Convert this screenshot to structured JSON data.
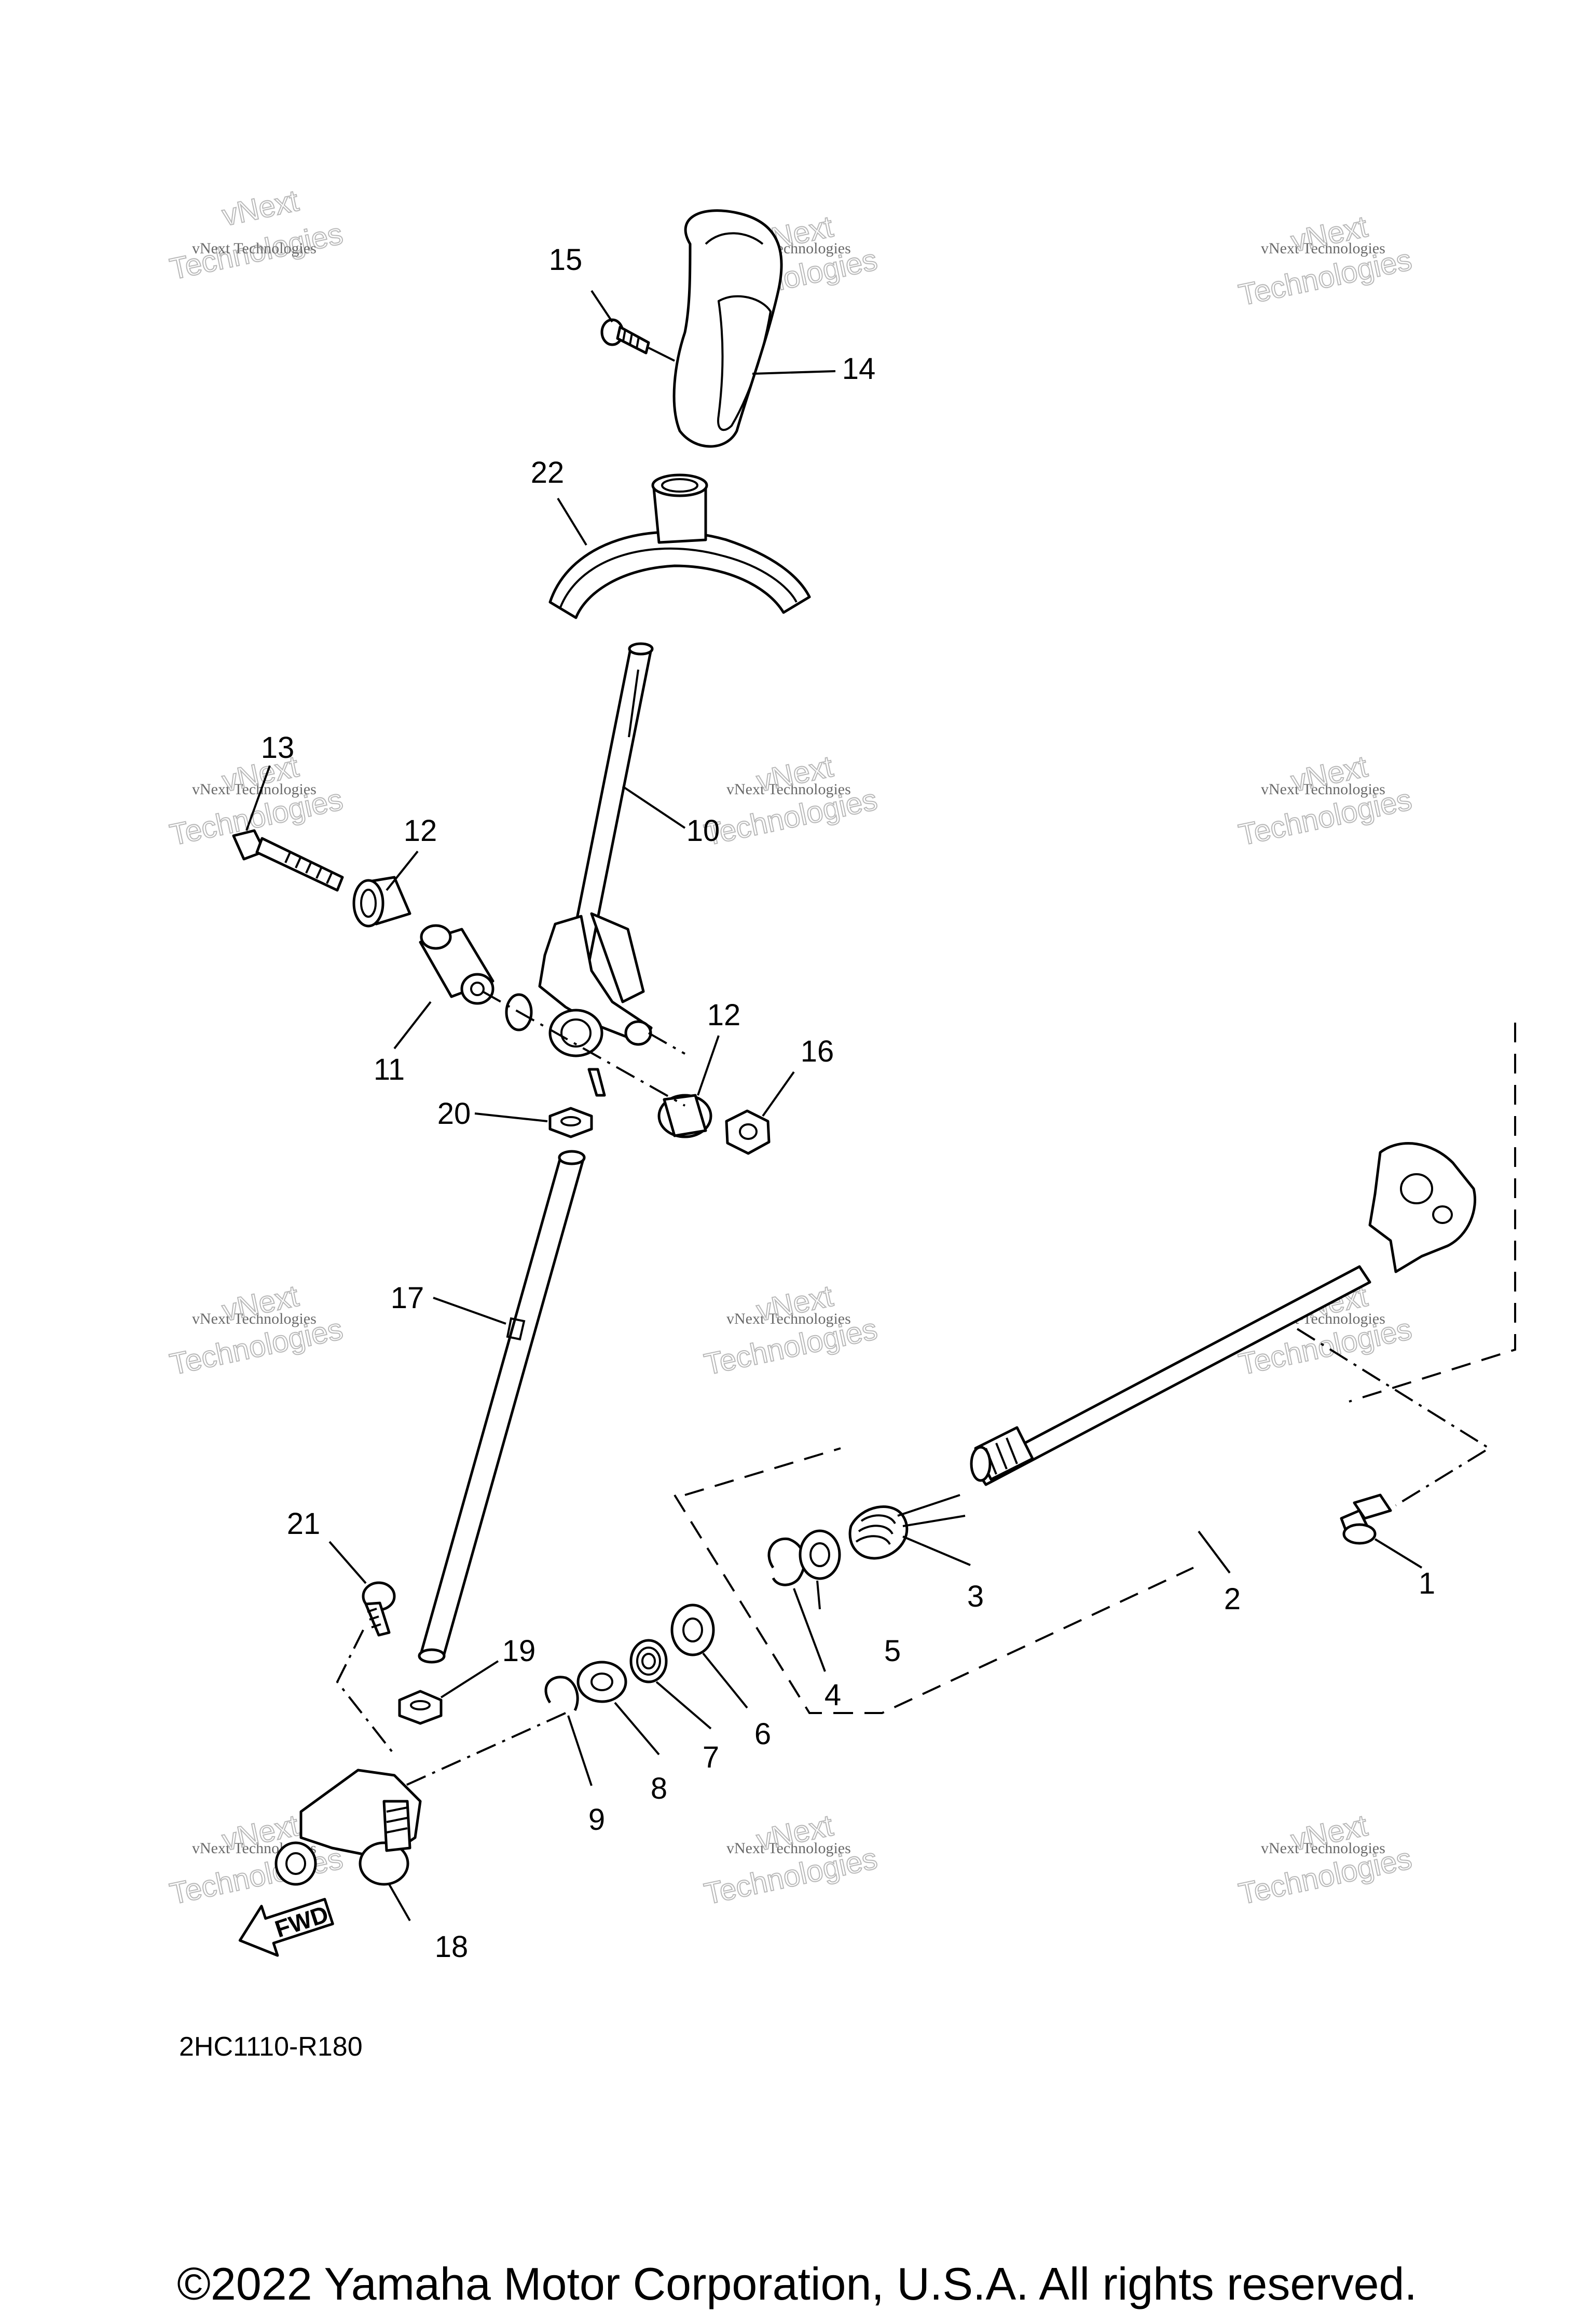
{
  "diagram": {
    "callouts": [
      "1",
      "2",
      "3",
      "4",
      "5",
      "6",
      "7",
      "8",
      "9",
      "10",
      "11",
      "12",
      "12",
      "13",
      "14",
      "15",
      "16",
      "17",
      "18",
      "19",
      "20",
      "21",
      "22"
    ],
    "direction_label": "FWD",
    "part_code": "2HC1110-R180",
    "copyright": "©2022 Yamaha Motor Corporation, U.S.A. All rights reserved.",
    "watermark": {
      "line_small": "vNext Technologies",
      "line_big_1": "vNext",
      "line_big_2": "Technologies"
    }
  }
}
